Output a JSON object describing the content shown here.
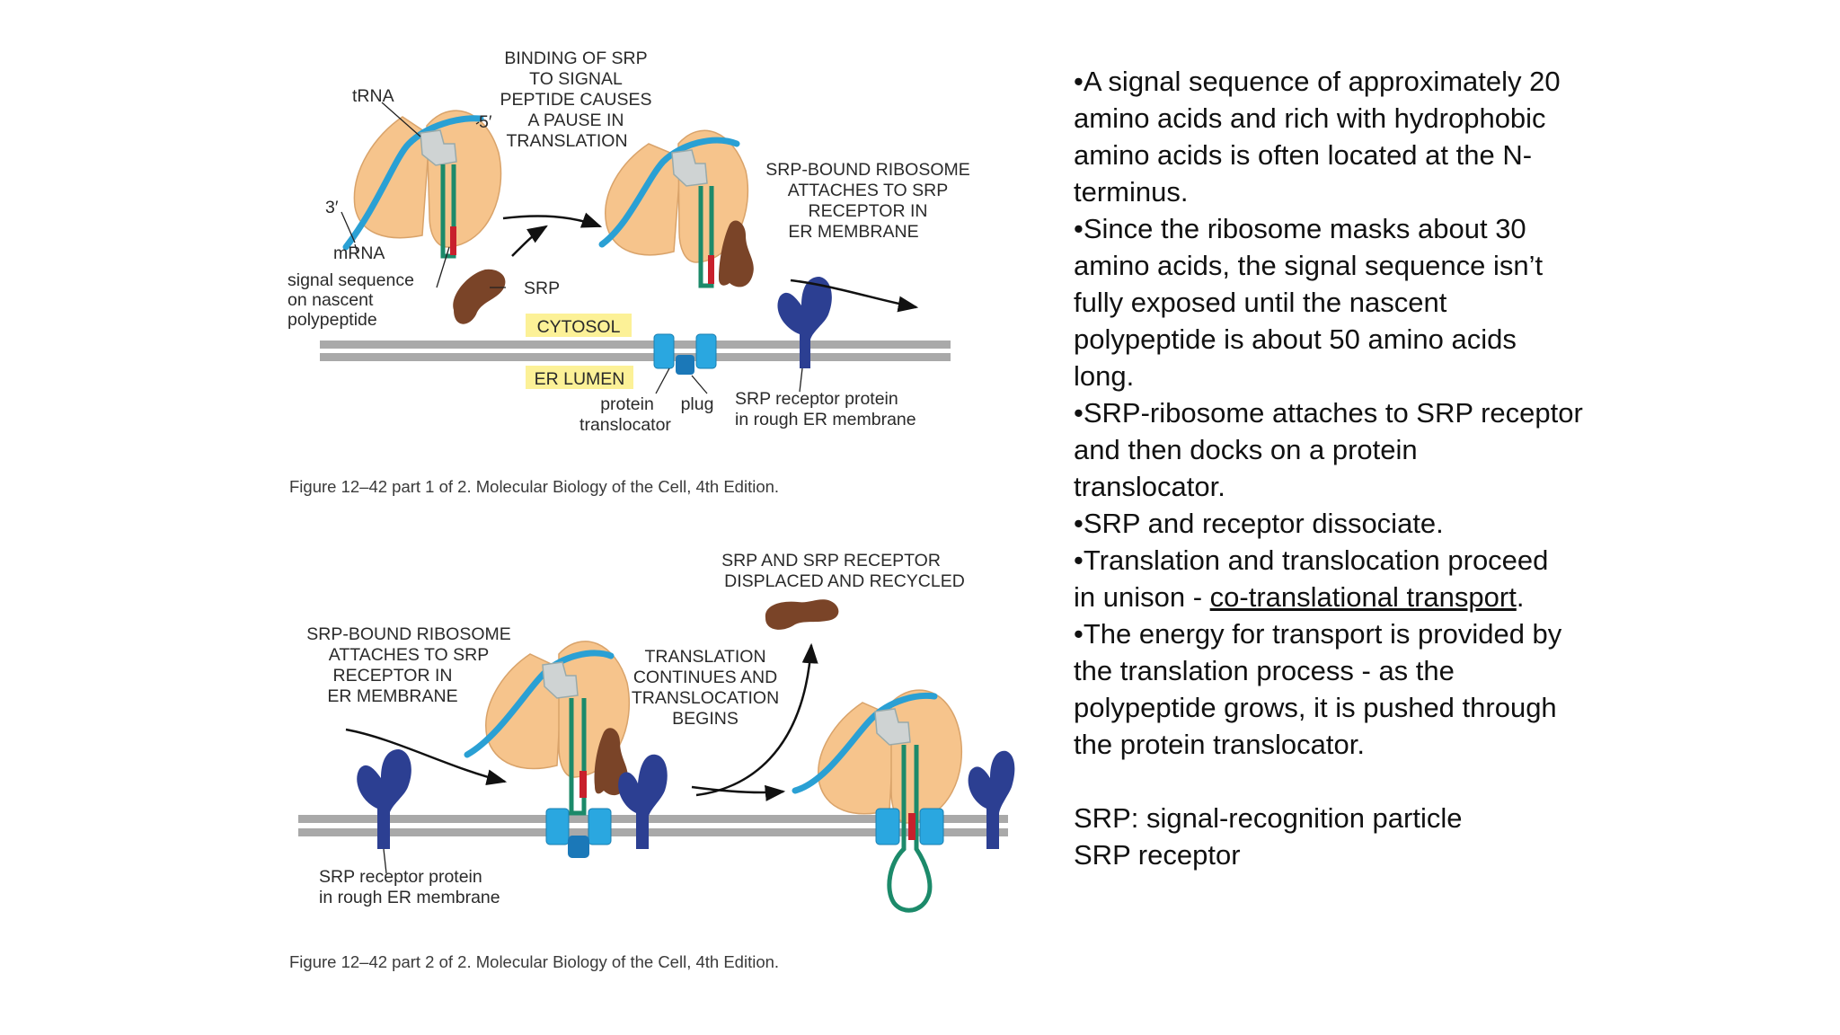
{
  "figure_top": {
    "labels": {
      "trna": "tRNA",
      "five_prime": "5′",
      "three_prime": "3′",
      "mrna": "mRNA",
      "signal_sequence": [
        "signal sequence",
        "on nascent",
        "polypeptide"
      ],
      "srp": "SRP",
      "binding_note": [
        "BINDING OF SRP",
        "TO SIGNAL",
        "PEPTIDE CAUSES",
        "A PAUSE IN",
        "TRANSLATION"
      ],
      "attaches_note": [
        "SRP-BOUND RIBOSOME",
        "ATTACHES TO SRP",
        "RECEPTOR IN",
        "ER MEMBRANE"
      ],
      "cytosol": "CYTOSOL",
      "er_lumen": "ER LUMEN",
      "protein_translocator": [
        "protein",
        "translocator"
      ],
      "plug": "plug",
      "srp_receptor": [
        "SRP receptor protein",
        "in rough ER membrane"
      ]
    },
    "caption": "Figure 12–42 part 1 of 2. Molecular Biology of the Cell, 4th Edition."
  },
  "figure_bottom": {
    "labels": {
      "displaced_note": [
        "SRP AND SRP RECEPTOR",
        "DISPLACED AND RECYCLED"
      ],
      "attaches_note": [
        "SRP-BOUND RIBOSOME",
        "ATTACHES TO SRP",
        "RECEPTOR IN",
        "ER MEMBRANE"
      ],
      "continues_note": [
        "TRANSLATION",
        "CONTINUES AND",
        "TRANSLOCATION",
        "BEGINS"
      ],
      "srp_receptor": [
        "SRP receptor protein",
        "in rough ER membrane"
      ]
    },
    "caption": "Figure 12–42 part 2 of 2. Molecular Biology of the Cell, 4th Edition."
  },
  "text": {
    "b1": [
      "•A signal sequence of approximately 20",
      "amino acids and rich with hydrophobic",
      "amino acids is often located at the N-",
      "terminus."
    ],
    "b2": [
      "•Since the ribosome masks about 30",
      "amino acids, the signal sequence isn’t",
      "fully exposed until the nascent",
      "polypeptide is about 50 amino acids",
      "long."
    ],
    "b3": [
      "•SRP-ribosome attaches to SRP receptor",
      "and then docks on a protein",
      "translocator."
    ],
    "b4": [
      "•SRP and receptor dissociate."
    ],
    "b5_line1": "•Translation and translocation proceed",
    "b5_line2_prefix": "in unison - ",
    "b5_underlined": "co-translational transport",
    "b5_suffix": ".",
    "b6": [
      "•The energy for transport is provided by",
      "the translation process - as the",
      "polypeptide grows, it is pushed through",
      "the protein translocator."
    ],
    "def1": "SRP: signal-recognition particle",
    "def2": "SRP receptor"
  },
  "colors": {
    "ribosome": "#f6c48c",
    "mrna": "#2aa0d4",
    "trna": "#cfd3d3",
    "polypeptide": "#1c8a6a",
    "signal": "#c8202c",
    "srp": "#7a4428",
    "receptor": "#2c3f92",
    "translocator": "#2aa7e0",
    "membrane": "#a9a9a9",
    "highlight": "#fcf197"
  }
}
